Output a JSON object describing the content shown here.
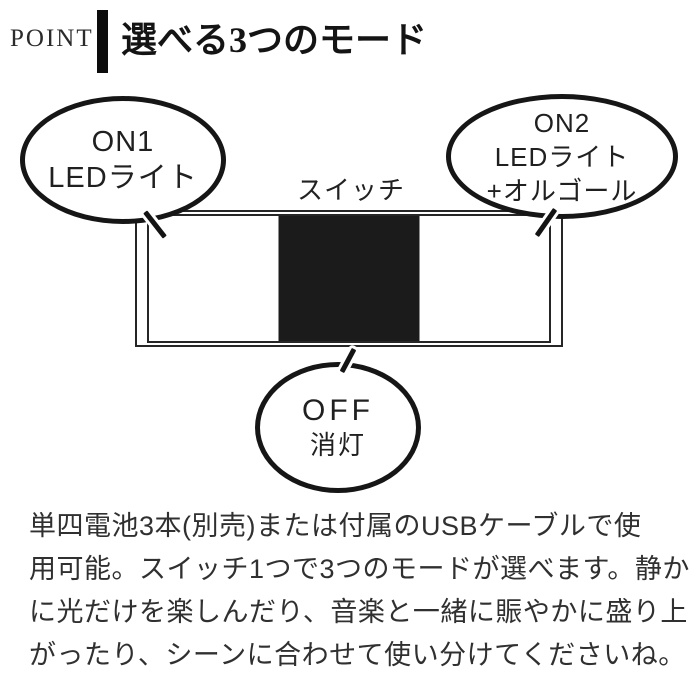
{
  "header": {
    "eyebrow": "POINT",
    "title": "選べる3つのモード"
  },
  "diagram": {
    "switch_label": "スイッチ",
    "bubbles": {
      "on1": {
        "lines": [
          "ON1",
          "LEDライト"
        ]
      },
      "on2": {
        "lines": [
          "ON2",
          "LEDライト",
          "+オルゴール"
        ]
      },
      "off": {
        "lines": [
          "OFF",
          "消灯"
        ]
      }
    },
    "switch_state": "center"
  },
  "body": {
    "lines": [
      "単四電池3本(別売)または付属のUSBケーブルで使",
      "用可能。スイッチ1つで3つのモードが選べます。静か",
      "に光だけを楽しんだり、音楽と一緒に賑やかに盛り上",
      "がったり、シーンに合わせて使い分けてくださいね。"
    ]
  },
  "colors": {
    "ink": "#141414",
    "knob": "#1b1b1b",
    "background": "#ffffff",
    "body_text": "#303030"
  }
}
